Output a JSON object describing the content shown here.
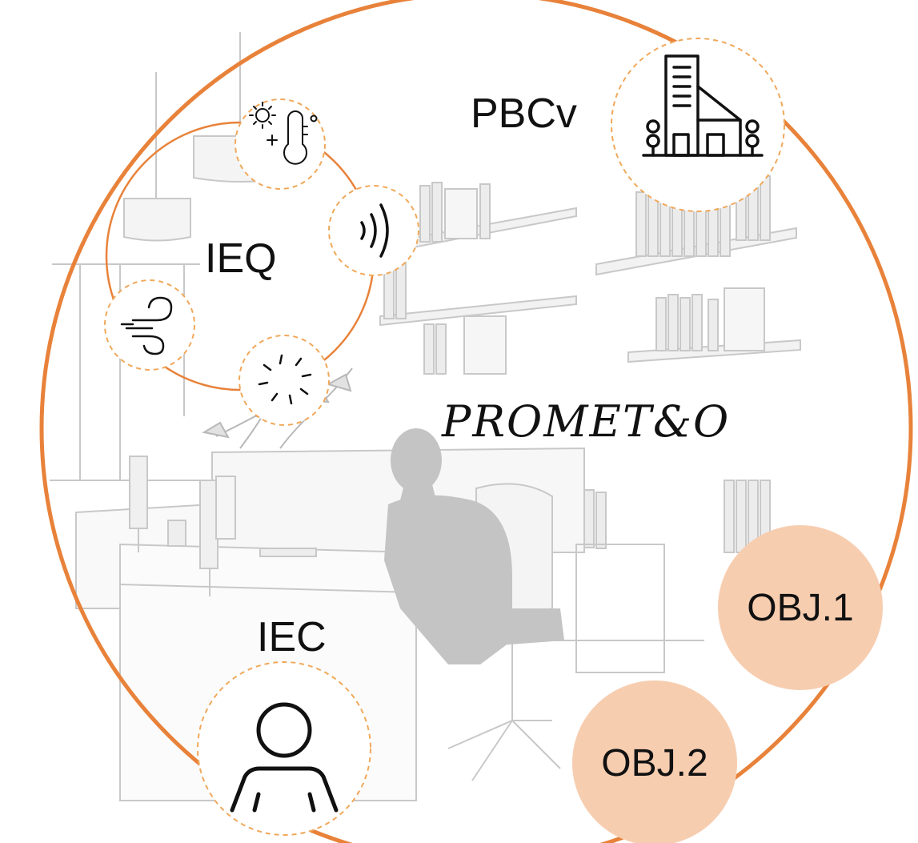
{
  "labels": {
    "pbcv": "PBCv",
    "ieq": "IEQ",
    "iec": "IEC",
    "brand": "PROMET&O"
  },
  "badges": {
    "obj1": "OBJ.1",
    "obj2": "OBJ.2"
  },
  "colors": {
    "accent": "#e8823a",
    "badge_fill": "#f7cdb0",
    "sketch_line": "#c8c8c8",
    "silhouette": "#c4c4c4",
    "icon_stroke": "#111111"
  },
  "icons": {
    "building": "building-icon",
    "temperature": "temperature-icon",
    "acoustic": "sound-waves-icon",
    "air": "wind-icon",
    "light": "light-icon",
    "person": "person-icon"
  }
}
